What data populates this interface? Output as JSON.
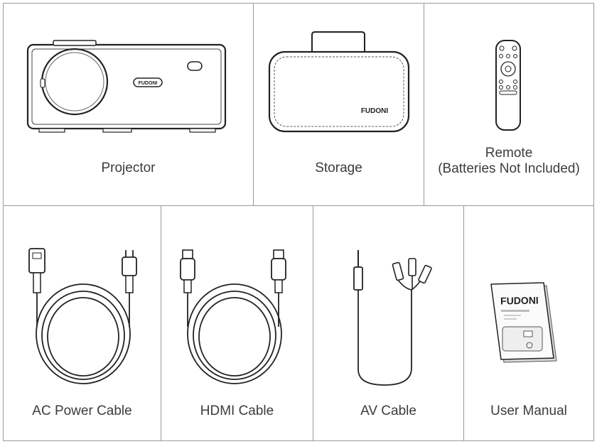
{
  "brand": "FUDONI",
  "manual_title": "FUDONI",
  "items": [
    {
      "label": "Projector"
    },
    {
      "label": "Storage"
    },
    {
      "label": "Remote",
      "sublabel": "(Batteries Not Included)"
    },
    {
      "label": "AC Power Cable"
    },
    {
      "label": "HDMI Cable"
    },
    {
      "label": "AV Cable"
    },
    {
      "label": "User Manual"
    }
  ]
}
